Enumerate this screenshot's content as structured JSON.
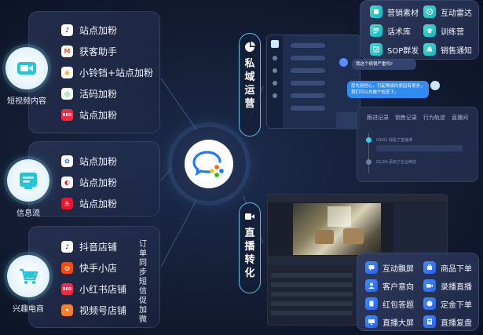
{
  "hub": {
    "name": "wecom-logo"
  },
  "categories": [
    {
      "label": "短视频内容",
      "icon": "camera-icon",
      "platforms": [
        {
          "icon": "douyin-icon",
          "text": "站点加粉",
          "color": "#111111"
        },
        {
          "icon": "huoke-icon",
          "text": "获客助手",
          "color": "#e85a2a"
        },
        {
          "icon": "xiaolingdang-icon",
          "text": "小铃铛+站点加粉",
          "color": "#f5a623"
        },
        {
          "icon": "huoma-icon",
          "text": "活码加粉",
          "color": "#2db84d"
        },
        {
          "icon": "xiaohongshu-icon",
          "text": "站点加粉",
          "color": "#ff2442"
        }
      ]
    },
    {
      "label": "信息流",
      "icon": "feed-icon",
      "platforms": [
        {
          "icon": "baidu-icon",
          "text": "站点加粉",
          "color": "#2f5fe0"
        },
        {
          "icon": "weibo-icon",
          "text": "站点加粉",
          "color": "#e6162d"
        },
        {
          "icon": "toutiao-icon",
          "text": "站点加粉",
          "color": "#e6162d"
        }
      ]
    },
    {
      "label": "兴趣电商",
      "icon": "cart-icon",
      "platforms": [
        {
          "icon": "douyin-icon",
          "text": "抖音店铺",
          "color": "#111111"
        },
        {
          "icon": "kuaishou-icon",
          "text": "快手小店",
          "color": "#ff4906"
        },
        {
          "icon": "xiaohongshu-icon",
          "text": "小红书店铺",
          "color": "#ff2442"
        },
        {
          "icon": "shipinhao-icon",
          "text": "视频号店铺",
          "color": "#fa7d2a"
        }
      ]
    }
  ],
  "order_sync_text": "订单同步短信促加微",
  "private_domain": {
    "label": "私域运营"
  },
  "live": {
    "label": "直播转化"
  },
  "private_features": [
    {
      "icon": "marketing-material-icon",
      "text": "营销素材"
    },
    {
      "icon": "radar-icon",
      "text": "互动雷达"
    },
    {
      "icon": "script-library-icon",
      "text": "话术库"
    },
    {
      "icon": "training-icon",
      "text": "训练营"
    },
    {
      "icon": "sop-icon",
      "text": "SOP群发"
    },
    {
      "icon": "notification-icon",
      "text": "销售通知"
    }
  ],
  "live_features": [
    {
      "icon": "danmaku-icon",
      "text": "互动飘屏"
    },
    {
      "icon": "product-order-icon",
      "text": "商品下单"
    },
    {
      "icon": "intent-icon",
      "text": "客户意向"
    },
    {
      "icon": "record-live-icon",
      "text": "录播直播"
    },
    {
      "icon": "red-packet-icon",
      "text": "红包答题"
    },
    {
      "icon": "deposit-icon",
      "text": "定金下单"
    },
    {
      "icon": "big-screen-icon",
      "text": "直播大屏"
    },
    {
      "icon": "replay-icon",
      "text": "直播复盘"
    }
  ],
  "chat": {
    "customer_msg": "我这个病很严重吗?",
    "reply_msg": "您先别担心，引起胃痛的原因有很多，我们可以先做个检查下。"
  },
  "tabs": [
    "跟进记录",
    "销售记录",
    "行为轨迹",
    "直播间"
  ],
  "timeline": [
    "03/01 观看了直播课",
    "01/29 添加了企业微信"
  ]
}
